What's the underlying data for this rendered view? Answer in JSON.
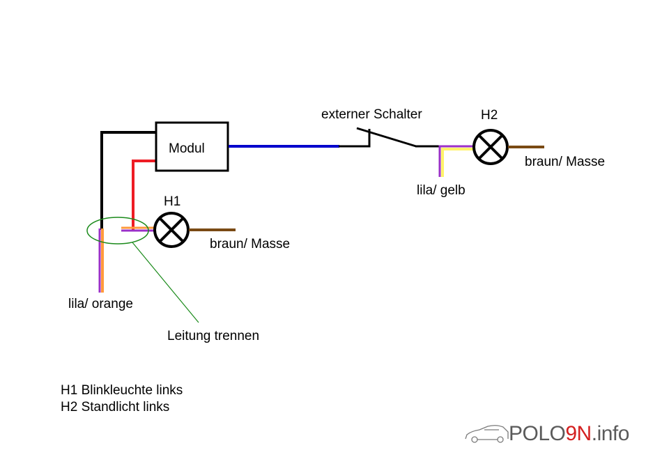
{
  "labels": {
    "module": "Modul",
    "external_switch": "externer Schalter",
    "h2": "H2",
    "h1": "H1",
    "ground_h2": "braun/ Masse",
    "ground_h1": "braun/ Masse",
    "wire_purple_yellow": "lila/ gelb",
    "wire_purple_orange": "lila/ orange",
    "cut_wire": "Leitung trennen"
  },
  "legend": [
    "H1 Blinkleuchte links",
    "H2 Standlicht links"
  ],
  "logo": {
    "text_a": "POLO",
    "text_b": "9N",
    "text_c": ".info"
  },
  "colors": {
    "wire_black": "#000000",
    "wire_blue": "#0000cc",
    "wire_red": "#ee1c24",
    "wire_brown": "#7a4a14",
    "wire_purple": "#9b30c8",
    "wire_yellow": "#fff36a",
    "wire_orange": "#ff9a3c",
    "annotation_green": "#1a8a1a",
    "logo_gray": "#5a5a5a",
    "logo_red": "#d42020"
  }
}
